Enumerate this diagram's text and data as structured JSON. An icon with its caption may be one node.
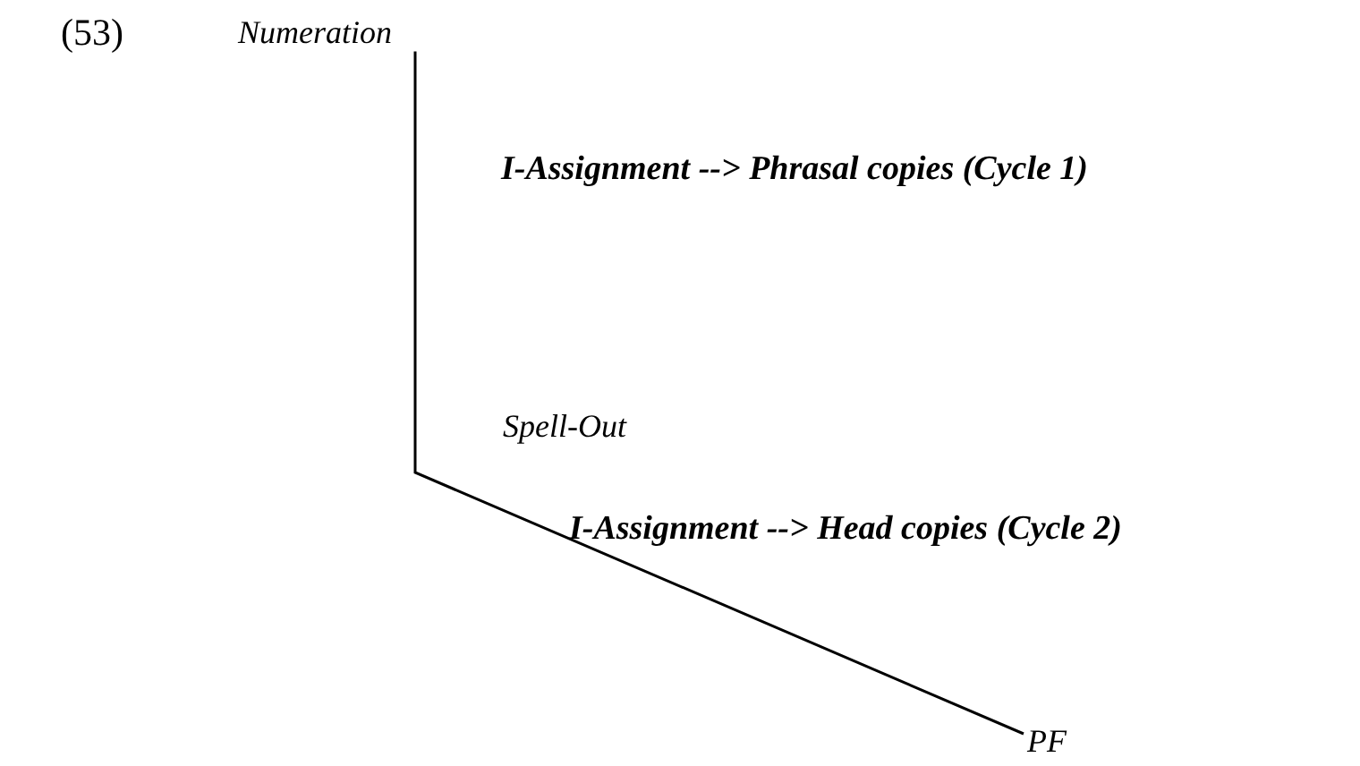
{
  "diagram": {
    "nodes": [
      {
        "text": [
          "Numeration"
        ]
      },
      {
        "text": [
          "PF"
        ]
      }
    ],
    "edges": [
      {
        "from": 0,
        "to": 1,
        "arrow": "none"
      }
    ],
    "labels": [
      "(53)",
      "I-Assignment --> Phrasal copies (Cycle 1)",
      "Spell-Out",
      "I-Assignment --> Head copies (Cycle 2)"
    ]
  }
}
